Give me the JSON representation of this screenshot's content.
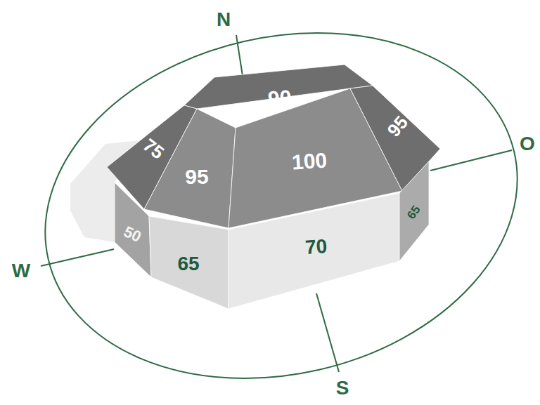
{
  "diagram": {
    "nodes": [
      {
        "text": [
          "90"
        ]
      },
      {
        "text": [
          "75"
        ]
      },
      {
        "text": [
          "95"
        ]
      },
      {
        "text": [
          "100"
        ]
      },
      {
        "text": [
          "95"
        ]
      },
      {
        "text": [
          "50"
        ]
      },
      {
        "text": [
          "65"
        ]
      },
      {
        "text": [
          "70"
        ]
      },
      {
        "text": [
          "65"
        ]
      }
    ],
    "labels": [
      "N",
      "O",
      "S",
      "W"
    ]
  }
}
